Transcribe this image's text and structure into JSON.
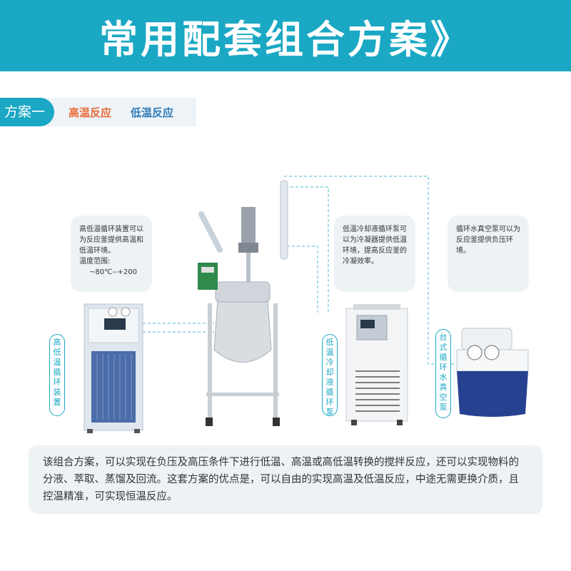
{
  "banner": {
    "title": "常用配套组合方案》"
  },
  "tag": {
    "label": "方案一",
    "high": "高温反应",
    "low": "低温反应"
  },
  "bubbles": {
    "high_low_unit": {
      "line1": "高低温循环装置可以为反应釜提供高温和低温环境。",
      "line2": "温度范围:",
      "line3": "~80℃--+200"
    },
    "chiller": {
      "text": "低温冷却液循环泵可以为冷凝器提供低温环境，提高反应釜的冷凝效率。"
    },
    "vacuum": {
      "text": "循环水真空泵可以为反应釜提供负压环境。"
    }
  },
  "labels": {
    "high_low_unit": "高低温循环装置",
    "chiller": "低温冷却液循环泵",
    "vacuum": "台式循环水真空泵"
  },
  "description": "该组合方案，可以实现在负压及高压条件下进行低温、高温或高低温转换的搅拌反应，还可以实现物料的分液、萃取、蒸馏及回流。这套方案的优点是，可以自由的实现高温及低温反应，中途无需更换介质，且控温精准，可实现恒温反应。",
  "colors": {
    "accent": "#1aa8c4",
    "high": "#e86b35",
    "low": "#2e7bb8",
    "bubble_bg": "#edf2f5"
  }
}
